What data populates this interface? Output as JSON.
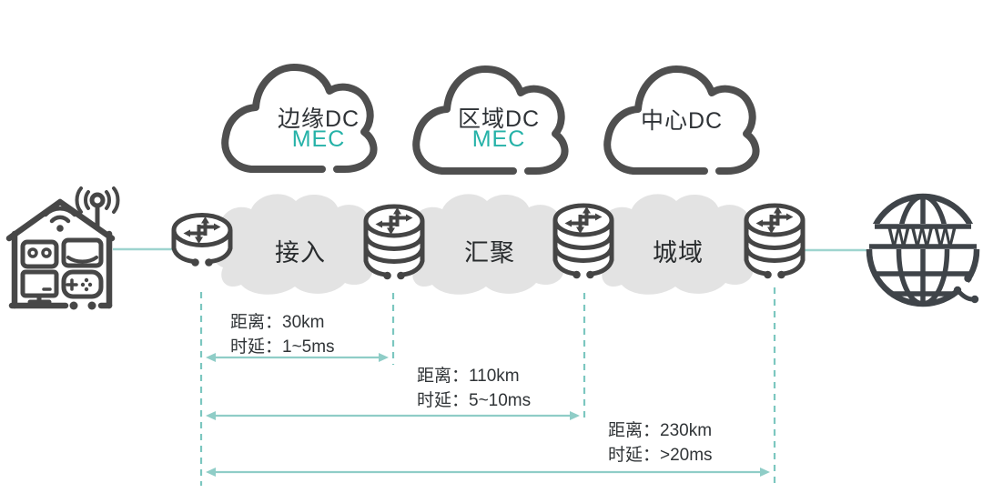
{
  "diagram": {
    "description_labels": {
      "clouds": [
        {
          "label": "边缘DC",
          "sublabel": "MEC"
        },
        {
          "label": "区域DC",
          "sublabel": "MEC"
        },
        {
          "label": "中心DC",
          "sublabel": ""
        }
      ],
      "segments": [
        {
          "label": "接入"
        },
        {
          "label": "汇聚"
        },
        {
          "label": "城域"
        }
      ],
      "annotations": [
        {
          "distance": "距离：30km",
          "latency": "时延：1~5ms"
        },
        {
          "distance": "距离：110km",
          "latency": "时延：5~10ms"
        },
        {
          "distance": "距离：230km",
          "latency": "时延：>20ms"
        }
      ],
      "internet": {
        "label": "WWW"
      }
    },
    "icons": [
      "smart-home-icon",
      "router-icon",
      "router-stack-icon",
      "cloud-dc-icon",
      "network-blob-icon",
      "www-globe-icon"
    ],
    "colors": {
      "dark_stroke": "#474747",
      "teal_accent": "#26b2a8",
      "teal_line": "#8fcdc7",
      "teal_dash": "#7cc7c0",
      "blob_gray": "#e3e3e3",
      "text_dark": "#2e3236"
    }
  }
}
